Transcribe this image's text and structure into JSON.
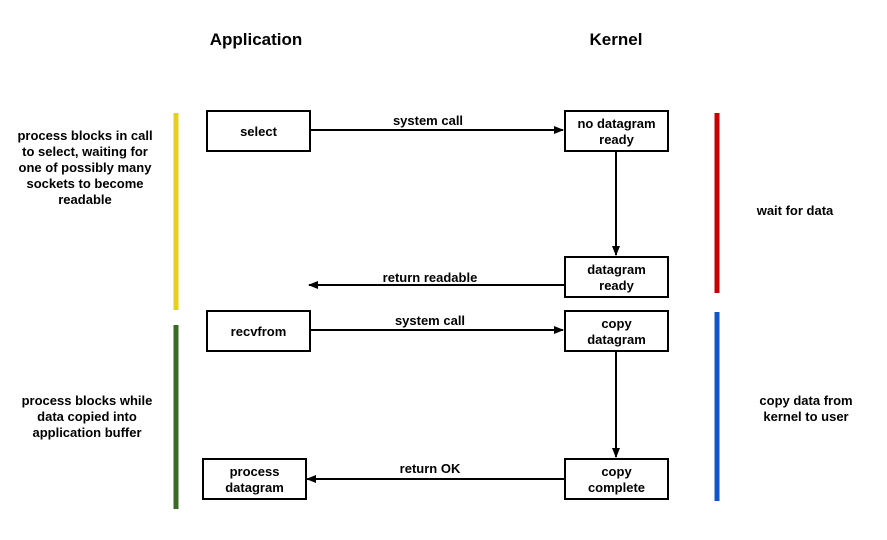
{
  "headers": {
    "application": "Application",
    "kernel": "Kernel"
  },
  "boxes": {
    "select": [
      "select"
    ],
    "no_datagram_ready": [
      "no datagram",
      "ready"
    ],
    "datagram_ready": [
      "datagram",
      "ready"
    ],
    "recvfrom": [
      "recvfrom"
    ],
    "copy_datagram": [
      "copy",
      "datagram"
    ],
    "process_datagram": [
      "process",
      "datagram"
    ],
    "copy_complete": [
      "copy",
      "complete"
    ]
  },
  "arrows": {
    "system_call_1": "system call",
    "return_readable": "return readable",
    "system_call_2": "system call",
    "return_ok": "return OK"
  },
  "side_labels": {
    "left_top": [
      "process blocks in call",
      "to select, waiting for",
      "one of possibly many",
      "sockets to become",
      "readable"
    ],
    "left_bottom": [
      "process blocks while",
      "data copied into",
      "application buffer"
    ],
    "right_top": [
      "wait for data"
    ],
    "right_bottom": [
      "copy data from",
      "kernel to user"
    ]
  },
  "colors": {
    "yellow_bar": "#e6d01f",
    "green_bar": "#3a6b22",
    "red_bar": "#cc0000",
    "blue_bar": "#1155cc"
  }
}
